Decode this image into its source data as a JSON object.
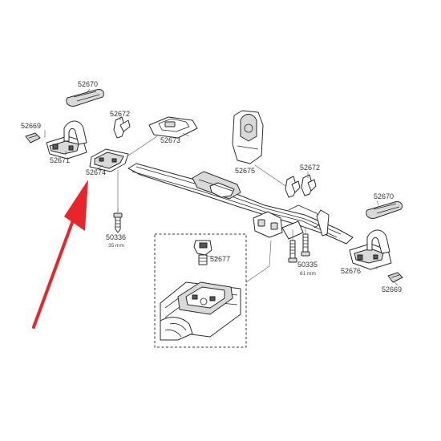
{
  "labels": {
    "p52670_left": "52670",
    "p52669_left": "52669",
    "p52671": "52671",
    "p52672_left": "52672",
    "p52673": "52673",
    "p52674": "52674",
    "p50336": "50336",
    "p50336_size": "35 mm",
    "p52675": "52675",
    "p52672_right": "52672",
    "p52670_right": "52670",
    "p52677": "52677",
    "p50335": "50335",
    "p50335_size": "61 mm",
    "p52676": "52676",
    "p52669_right": "52669"
  },
  "colors": {
    "arrow": "#e8262a",
    "line": "#2a2a2a",
    "fill_grey": "#d9d9d9",
    "text": "#333333"
  }
}
